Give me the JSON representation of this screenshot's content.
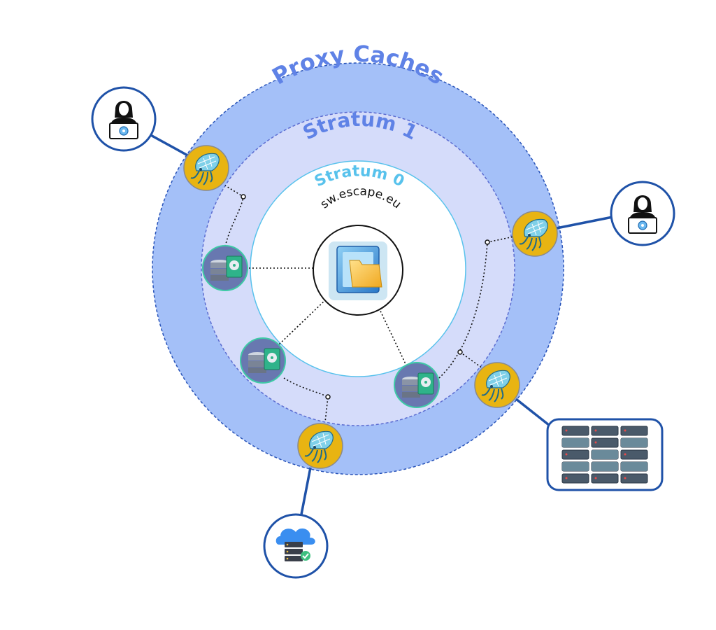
{
  "diagram": {
    "rings": {
      "proxy_caches": {
        "label": "Proxy Caches"
      },
      "stratum1": {
        "label": "Stratum 1"
      },
      "stratum0": {
        "label": "Stratum 0"
      }
    },
    "center": {
      "label": "sw.escape.eu",
      "icon": "folder-window-icon"
    },
    "colors": {
      "proxy_ring_fill": "#a4c0f8",
      "proxy_ring_stroke": "#2752b8",
      "proxy_label": "#5f82e6",
      "stratum1_fill": "#d5dcfa",
      "stratum1_stroke": "#5b6bd0",
      "stratum1_label": "#5f82e6",
      "stratum0_stroke": "#58c2ec",
      "stratum0_label": "#58c2ec",
      "connector": "#1f52a8",
      "squid_fill": "#e8b412",
      "server_node_fill": "#6878b0",
      "server_node_stroke": "#3ecaa6"
    },
    "stratum1_servers": [
      {
        "name": "stratum1-server-left",
        "icon": "server-disk-icon"
      },
      {
        "name": "stratum1-server-lower-left",
        "icon": "server-disk-icon"
      },
      {
        "name": "stratum1-server-lower-right",
        "icon": "server-disk-icon"
      }
    ],
    "proxy_caches": [
      {
        "name": "proxy-cache-top-left",
        "icon": "squid-icon"
      },
      {
        "name": "proxy-cache-right",
        "icon": "squid-icon"
      },
      {
        "name": "proxy-cache-lower-right",
        "icon": "squid-icon"
      },
      {
        "name": "proxy-cache-bottom",
        "icon": "squid-icon"
      }
    ],
    "clients": [
      {
        "name": "client-user-top-left",
        "icon": "user-laptop-icon"
      },
      {
        "name": "client-user-right",
        "icon": "user-laptop-icon"
      },
      {
        "name": "client-server-farm",
        "icon": "server-rack-icon"
      },
      {
        "name": "client-cloud-server",
        "icon": "cloud-server-icon"
      }
    ]
  }
}
